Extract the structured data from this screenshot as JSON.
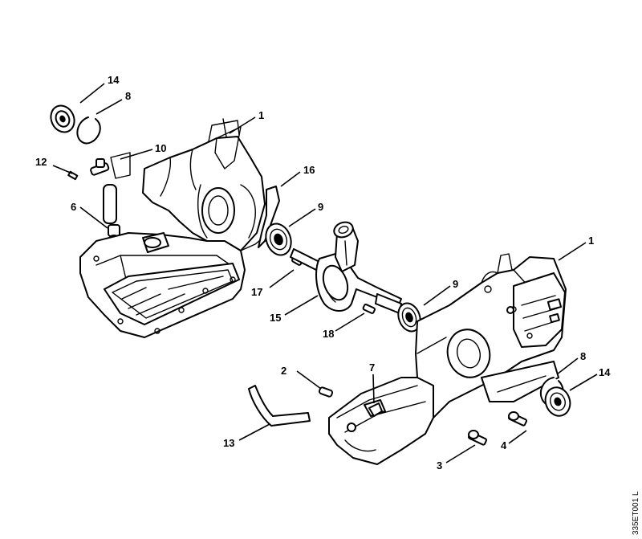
{
  "callouts": {
    "c14_top": "14",
    "c8_top": "8",
    "c1_left": "1",
    "c10": "10",
    "c12": "12",
    "c16": "16",
    "c6": "6",
    "c9_top": "9",
    "c1_right": "1",
    "c17": "17",
    "c9_mid": "9",
    "c15": "15",
    "c18": "18",
    "c2": "2",
    "c7": "7",
    "c8_right": "8",
    "c14_right": "14",
    "c13": "13",
    "c4": "4",
    "c3": "3"
  },
  "drawing_code": "335ET001 L"
}
